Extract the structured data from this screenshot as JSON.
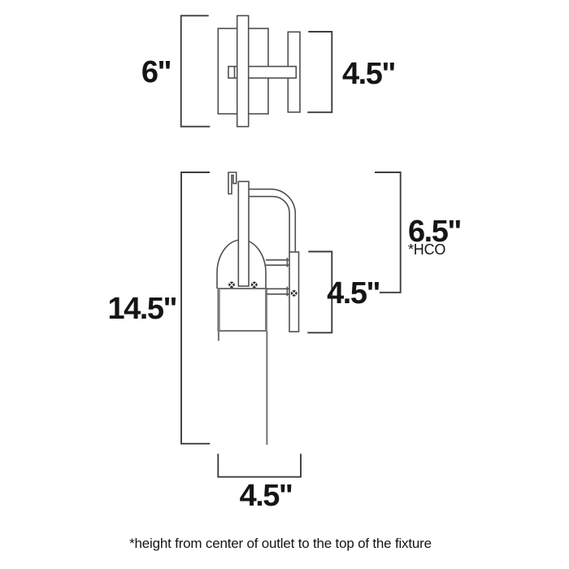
{
  "diagram": {
    "type": "dimension-drawing",
    "subject": "wall sconce fixture - top view and side view with dimensions",
    "top_view": {
      "height_dim": "6\"",
      "depth_dim": "4.5\""
    },
    "side_view": {
      "overall_height_dim": "14.5\"",
      "outlet_to_top_dim": "6.5\"",
      "outlet_note": "*HCO",
      "backplate_height_dim": "4.5\"",
      "width_dim": "4.5\""
    },
    "footnote": "*height from center of outlet to the top of the fixture",
    "colors": {
      "line": "#4f4f4f",
      "bracket": "#3d3d3d",
      "thick_edge": "#7d7d7d",
      "text": "#151515",
      "background": "#ffffff"
    }
  }
}
